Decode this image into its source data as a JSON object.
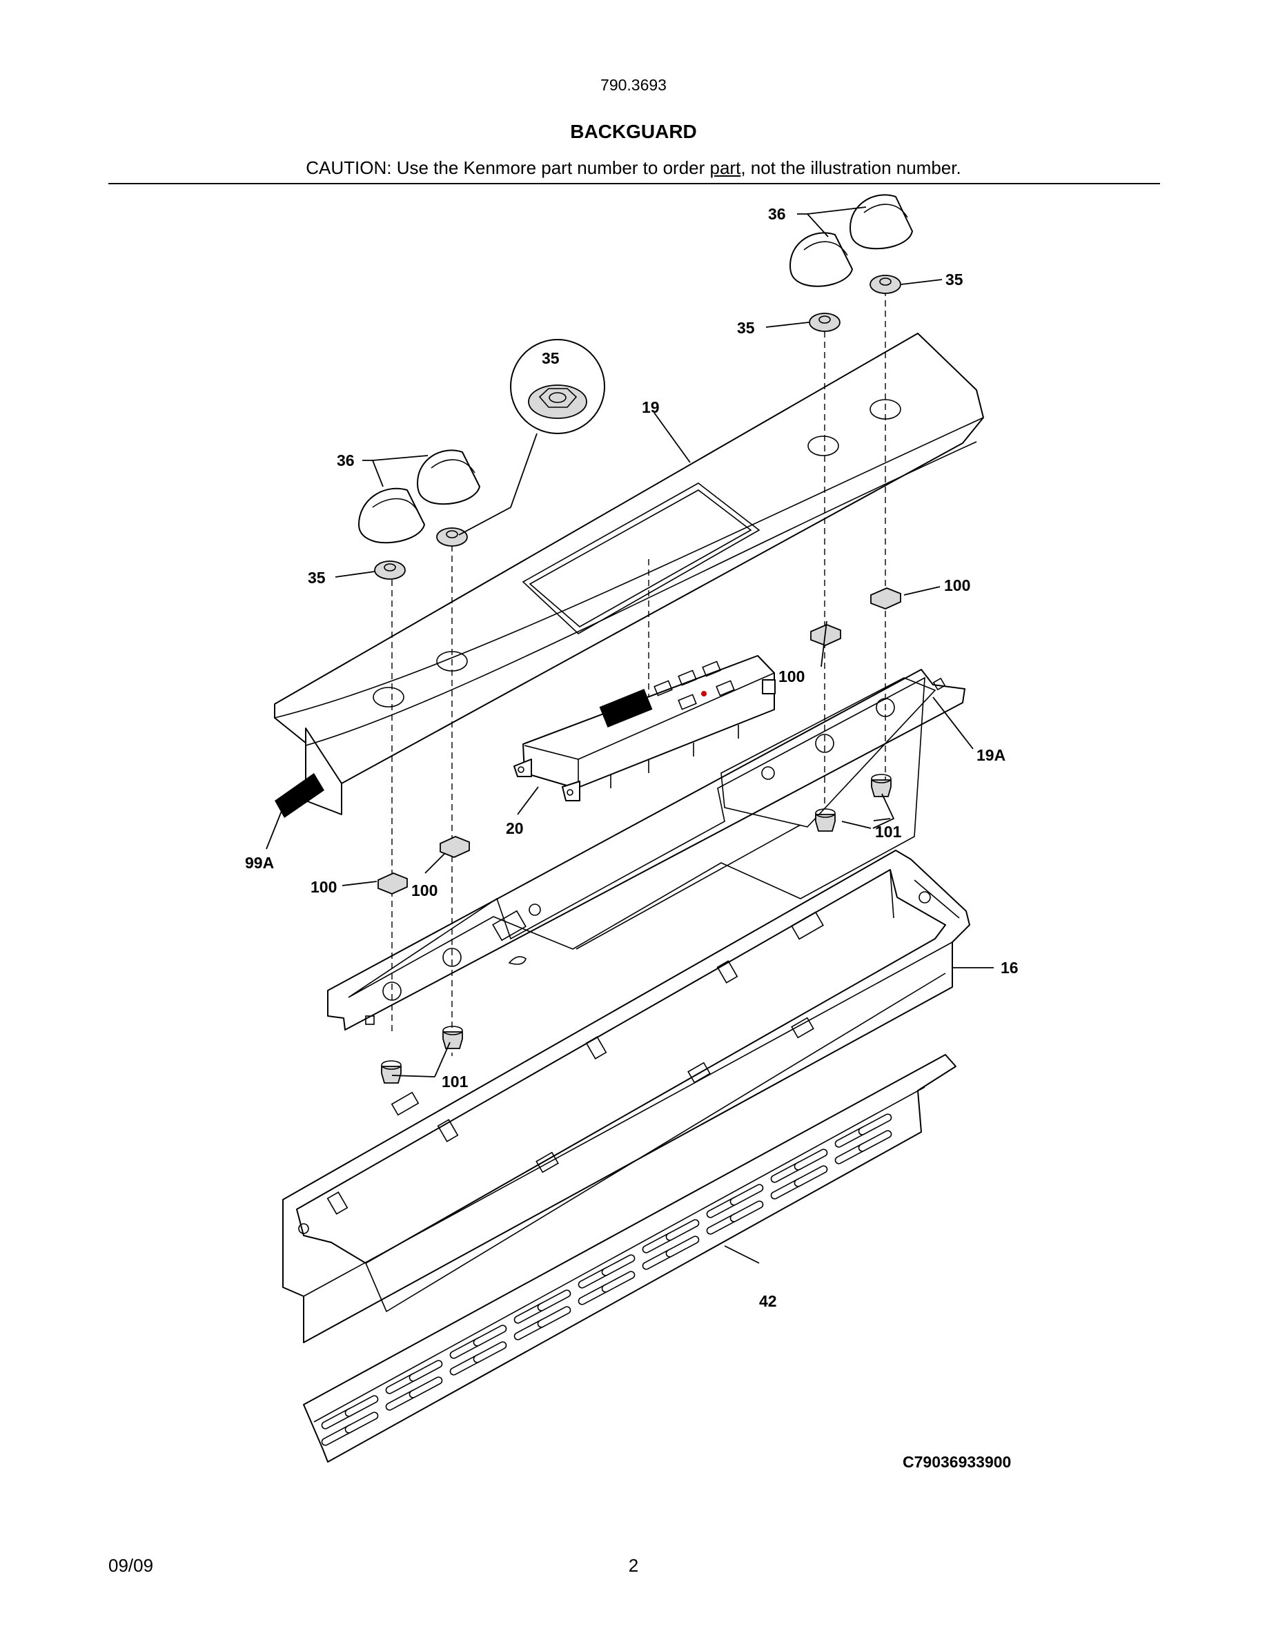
{
  "header": {
    "model": "790.3693",
    "title": "BACKGUARD",
    "caution_prefix": "CAUTION: Use the Kenmore part number to order ",
    "caution_underlined": "part",
    "caution_suffix": ", not the illustration number."
  },
  "callouts": {
    "knob_right": "36",
    "nut_right_upper": "35",
    "nut_right_lower": "35",
    "nut_detail": "35",
    "backguard_panel": "19",
    "knob_left": "36",
    "nut_left": "35",
    "clip_right_upper": "100",
    "clip_right_lower": "100",
    "bracket_plate": "19A",
    "screw_right": "101",
    "control_board": "20",
    "ribbon_cable": "99A",
    "clip_left_outer": "100",
    "clip_left_inner": "100",
    "backguard_frame": "16",
    "screw_left": "101",
    "vent_grille": "42"
  },
  "footer": {
    "diagram_code": "C79036933900",
    "date": "09/09",
    "page_number": "2"
  }
}
